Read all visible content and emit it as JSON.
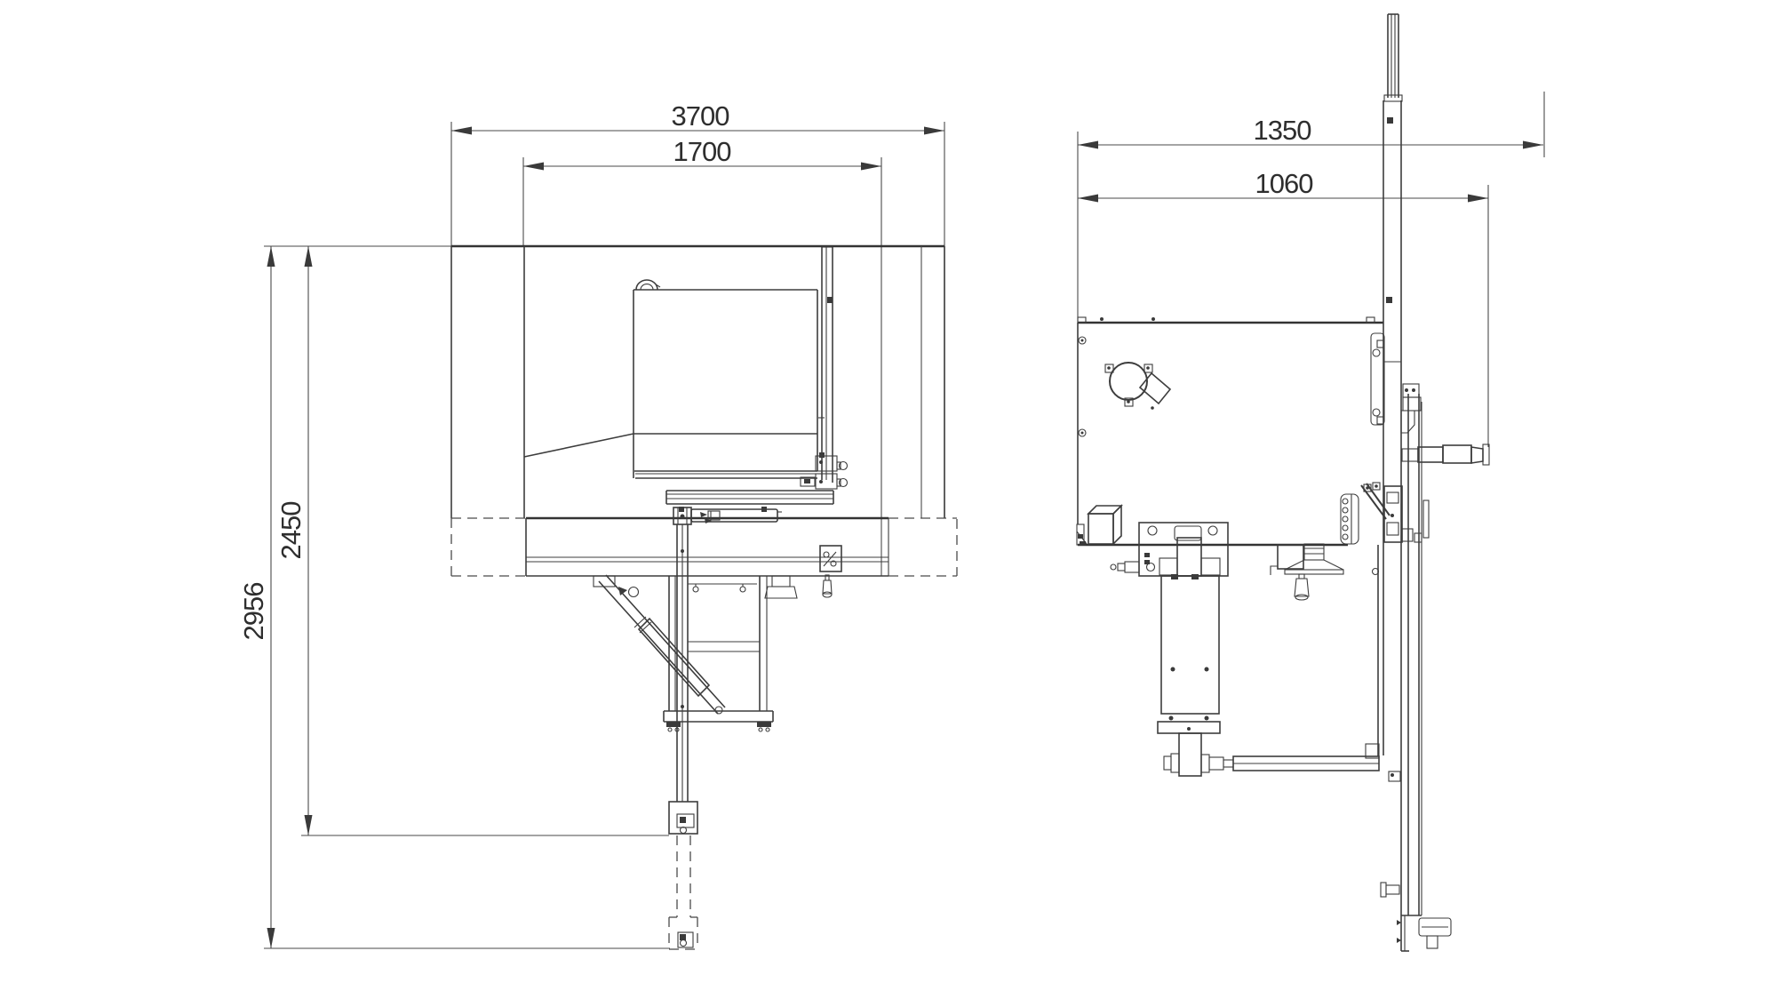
{
  "drawing": {
    "type": "technical-dimension-drawing",
    "colors": {
      "background": "#ffffff",
      "line": "#3d3d3d",
      "heavy_line": "#333333",
      "text": "#2e2e2e"
    },
    "front_view": {
      "label": "front-view",
      "dims": {
        "width_overall": "3700",
        "width_inner": "1700",
        "height_mid": "2450",
        "height_overall": "2956"
      }
    },
    "side_view": {
      "label": "side-view",
      "dims": {
        "depth_overall": "1350",
        "depth_inner": "1060"
      }
    }
  }
}
